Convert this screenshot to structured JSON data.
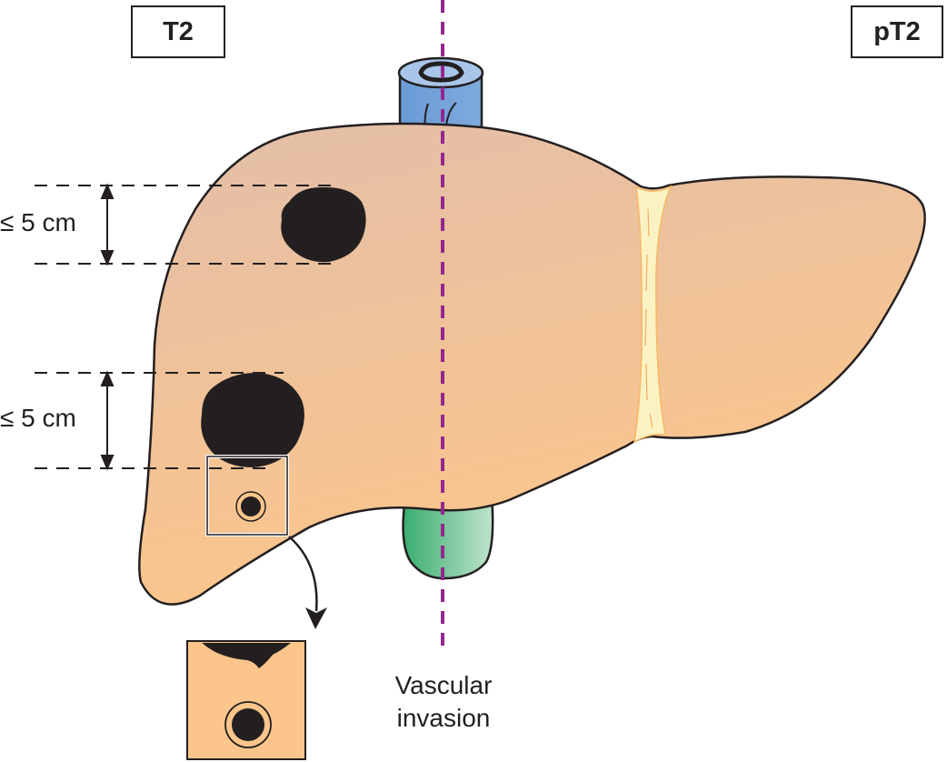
{
  "labels": {
    "left_stage": "T2",
    "right_stage": "pT2",
    "upper_measure": "≤ 5 cm",
    "lower_measure": "≤ 5 cm",
    "caption_line1": "Vascular",
    "caption_line2": "invasion"
  },
  "colors": {
    "liver_top": "#e3bfa8",
    "liver_bottom": "#fbc58b",
    "ligament": "#fbf2c4",
    "ligament_edge": "#f5b866",
    "ivc": "#6f9fd8",
    "ivc_light": "#a9c6ea",
    "gallbladder_dark": "#3dae72",
    "gallbladder_light": "#b9e0c8",
    "tumor": "#231f20",
    "divider": "#93278f",
    "outline": "#231f20"
  },
  "figure": {
    "tumors": [
      {
        "name": "upper-tumor",
        "measure": "≤ 5 cm"
      },
      {
        "name": "lower-tumor",
        "measure": "≤ 5 cm"
      }
    ],
    "inset": {
      "shows": "vessel with tumor thrombus"
    }
  }
}
